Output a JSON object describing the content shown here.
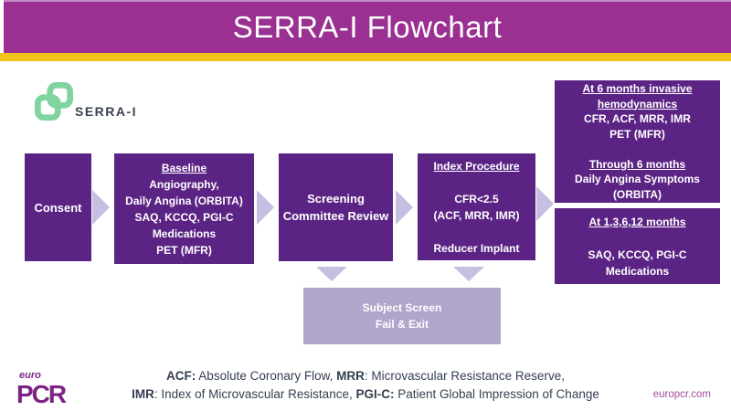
{
  "header": {
    "title": "SERRA-I Flowchart"
  },
  "logo": {
    "text": "SERRA-I"
  },
  "boxes": {
    "consent": {
      "label": "Consent"
    },
    "baseline": {
      "header": "Baseline",
      "lines": [
        "Angiography,",
        "Daily Angina (ORBITA)",
        "SAQ, KCCQ, PGI-C",
        "Medications",
        "PET (MFR)"
      ]
    },
    "screening": {
      "line1": "Screening",
      "line2": "Committee Review"
    },
    "index": {
      "header": "Index Procedure",
      "line1": "CFR<2.5",
      "line2": "(ACF, MRR, IMR)",
      "line3": "Reducer Implant"
    },
    "followup6": {
      "header1a": "At 6 months invasive",
      "header1b": "hemodynamics",
      "line1": "CFR, ACF, MRR, IMR",
      "line2": "PET (MFR)",
      "header2": "Through 6 months",
      "line3": "Daily Angina Symptoms",
      "line4": "(ORBITA)"
    },
    "followup12": {
      "header": "At 1,3,6,12 months",
      "line1": "SAQ, KCCQ, PGI-C",
      "line2": "Medications"
    },
    "fail": {
      "line1": "Subject Screen",
      "line2": "Fail & Exit"
    }
  },
  "footnote": {
    "l1_b1": "ACF:",
    "l1_r1": " Absolute Coronary Flow, ",
    "l1_b2": "MRR",
    "l1_r2": ": Microvascular Resistance Reserve,",
    "l2_b1": "IMR",
    "l2_r1": ": Index of Microvascular Resistance, ",
    "l2_b2": "PGI-C:",
    "l2_r2": " Patient Global Impression of Change"
  },
  "footer": {
    "brand_euro": "euro",
    "brand_pcr": "PCR",
    "website": "europcr.com"
  },
  "colors": {
    "header_purple": "#9a3192",
    "accent_yellow": "#efc319",
    "box_purple": "#5b2484",
    "arrow_lavender": "#c7bfe2",
    "fail_box_lavender": "#b2a5cc",
    "logo_green": "#7fd4a0",
    "brand_purple": "#7c2483",
    "footnote_text": "#333f50"
  }
}
